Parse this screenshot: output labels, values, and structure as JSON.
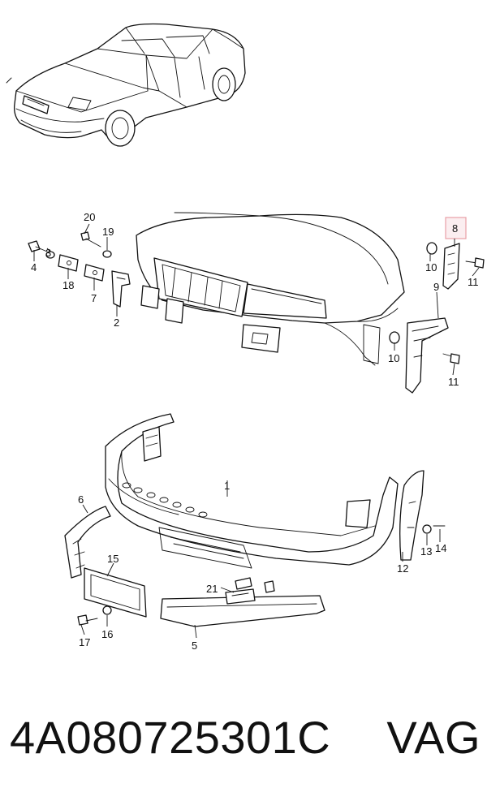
{
  "caption": {
    "part_number": "4A080725301C",
    "brand": "VAG"
  },
  "highlight_color": "#e8a0a6",
  "callouts": [
    {
      "id": "c20",
      "label": "20"
    },
    {
      "id": "c19",
      "label": "19"
    },
    {
      "id": "c4",
      "label": "4"
    },
    {
      "id": "c3",
      "label": "3"
    },
    {
      "id": "c18",
      "label": "18"
    },
    {
      "id": "c7",
      "label": "7"
    },
    {
      "id": "c2",
      "label": "2"
    },
    {
      "id": "c8",
      "label": "8",
      "highlighted": true
    },
    {
      "id": "c10a",
      "label": "10"
    },
    {
      "id": "c11a",
      "label": "11"
    },
    {
      "id": "c9",
      "label": "9"
    },
    {
      "id": "c10b",
      "label": "10"
    },
    {
      "id": "c11b",
      "label": "11"
    },
    {
      "id": "c1",
      "label": "1"
    },
    {
      "id": "c6",
      "label": "6"
    },
    {
      "id": "c12",
      "label": "12"
    },
    {
      "id": "c13",
      "label": "13"
    },
    {
      "id": "c14",
      "label": "14"
    },
    {
      "id": "c15",
      "label": "15"
    },
    {
      "id": "c21",
      "label": "21"
    },
    {
      "id": "c17",
      "label": "17"
    },
    {
      "id": "c16",
      "label": "16"
    },
    {
      "id": "c5",
      "label": "5"
    }
  ]
}
